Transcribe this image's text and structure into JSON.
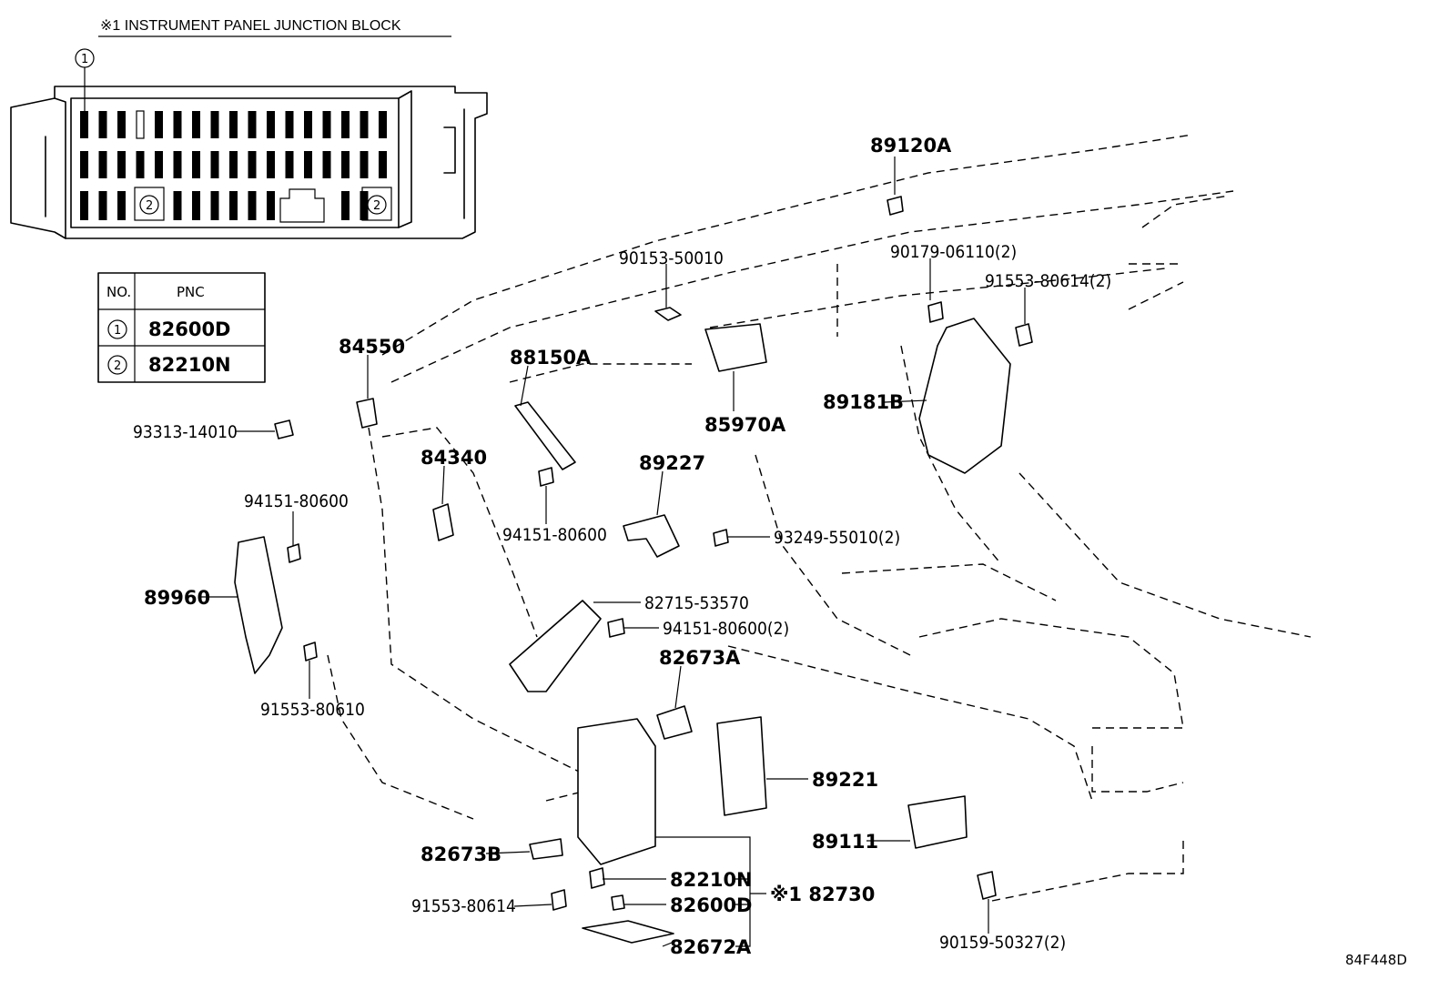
{
  "junction_block": {
    "title": "※1 INSTRUMENT PANEL JUNCTION BLOCK",
    "marker_1": "1",
    "marker_2": "2"
  },
  "pnc_table": {
    "col_no": "NO.",
    "col_pnc": "PNC",
    "rows": [
      {
        "no": "1",
        "pnc": "82600D"
      },
      {
        "no": "2",
        "pnc": "82210N"
      }
    ]
  },
  "labels": {
    "p89120A": "89120A",
    "p90153_50010": "90153-50010",
    "p90179_06110": "90179-06110(2)",
    "p91553_80614_2": "91553-80614(2)",
    "p84550": "84550",
    "p88150A": "88150A",
    "p85970A": "85970A",
    "p89181B": "89181B",
    "p93313_14010": "93313-14010",
    "p84340": "84340",
    "p89227": "89227",
    "p94151_80600_a": "94151-80600",
    "p94151_80600_b": "94151-80600",
    "p93249_55010": "93249-55010(2)",
    "p89960": "89960",
    "p82715_53570": "82715-53570",
    "p94151_80600_2": "94151-80600(2)",
    "p82673A": "82673A",
    "p91553_80610": "91553-80610",
    "p89221": "89221",
    "p89111": "89111",
    "p82673B": "82673B",
    "p82210N": "82210N",
    "p82730": "※1 82730",
    "p82600D": "82600D",
    "p91553_80614": "91553-80614",
    "p82672A": "82672A",
    "p90159_50327": "90159-50327(2)"
  },
  "diagram_code": "84F448D"
}
